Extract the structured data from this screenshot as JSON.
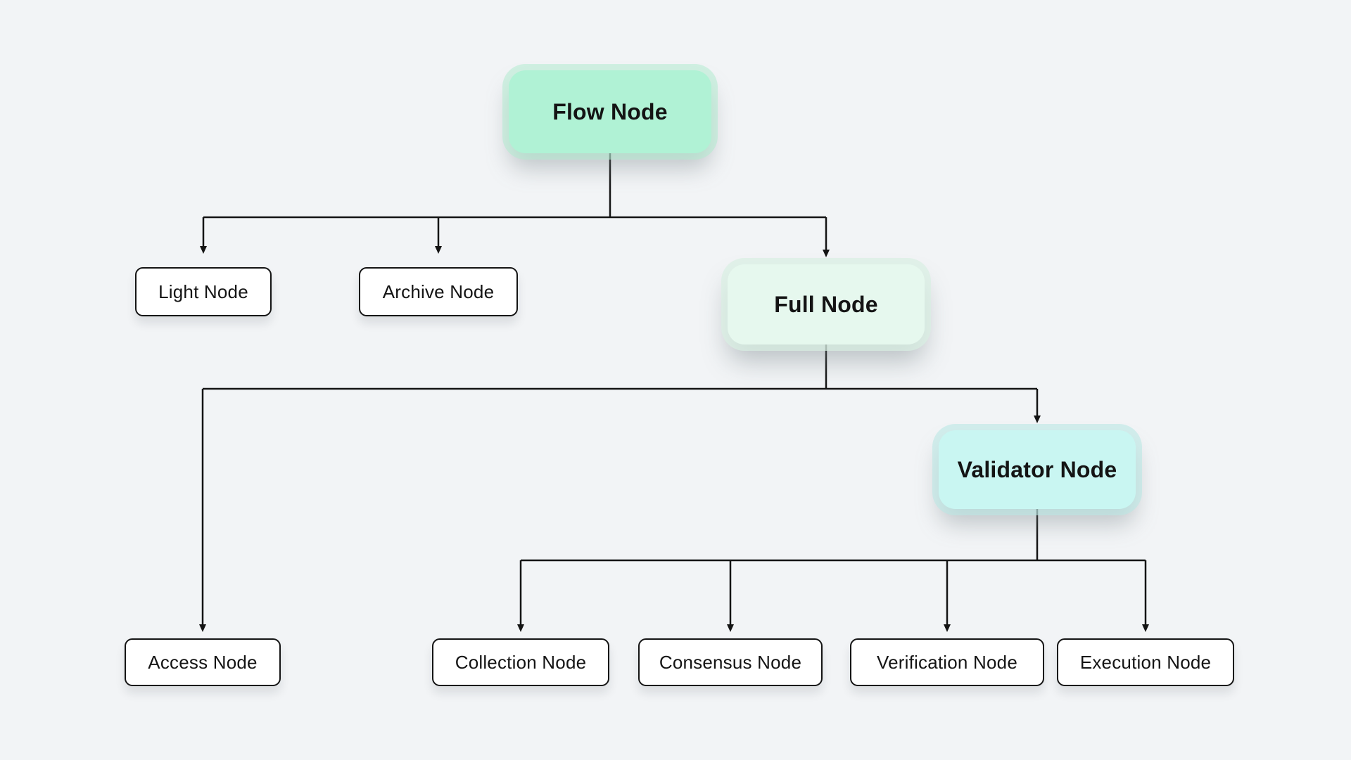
{
  "canvas": {
    "background_color": "#f2f4f6",
    "line_color": "#141414",
    "text_color": "#141414"
  },
  "diagram": {
    "type": "tree",
    "nodes": {
      "flow": {
        "label": "Flow Node",
        "fill": "#b0f2d5",
        "level": 1
      },
      "light": {
        "label": "Light Node",
        "fill": "#ffffff",
        "level": 2
      },
      "archive": {
        "label": "Archive Node",
        "fill": "#ffffff",
        "level": 2
      },
      "full": {
        "label": "Full Node",
        "fill": "#e6f8ee",
        "level": 2
      },
      "access": {
        "label": "Access Node",
        "fill": "#ffffff",
        "level": 3
      },
      "validator": {
        "label": "Validator Node",
        "fill": "#c9f6f2",
        "level": 3
      },
      "collection": {
        "label": "Collection Node",
        "fill": "#ffffff",
        "level": 4
      },
      "consensus": {
        "label": "Consensus Node",
        "fill": "#ffffff",
        "level": 4
      },
      "verification": {
        "label": "Verification Node",
        "fill": "#ffffff",
        "level": 4
      },
      "execution": {
        "label": "Execution Node",
        "fill": "#ffffff",
        "level": 4
      }
    },
    "edges": [
      {
        "from": "flow",
        "to": "light"
      },
      {
        "from": "flow",
        "to": "archive"
      },
      {
        "from": "flow",
        "to": "full"
      },
      {
        "from": "full",
        "to": "access"
      },
      {
        "from": "full",
        "to": "validator"
      },
      {
        "from": "validator",
        "to": "collection"
      },
      {
        "from": "validator",
        "to": "consensus"
      },
      {
        "from": "validator",
        "to": "verification"
      },
      {
        "from": "validator",
        "to": "execution"
      }
    ]
  }
}
